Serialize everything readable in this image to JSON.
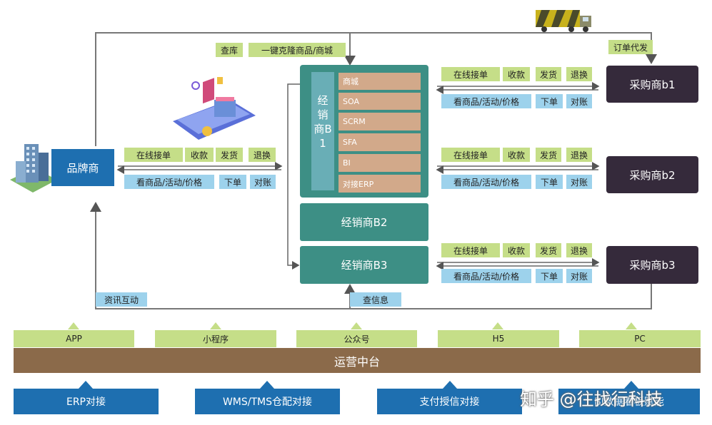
{
  "brand": {
    "label": "品牌商"
  },
  "top_labels": {
    "check_stock": "查库",
    "one_click_clone": "一键克隆商品/商城",
    "order_proxy": "订单代发"
  },
  "brand_actions": {
    "row1": [
      "在线接单",
      "收款",
      "发货",
      "退换"
    ],
    "row2": [
      "看商品/活动/价格",
      "下单",
      "对账"
    ]
  },
  "distributor_b1": {
    "title": "经销商B1",
    "modules": [
      "商城",
      "SOA",
      "SCRM",
      "SFA",
      "BI",
      "对接ERP"
    ]
  },
  "distributor_b2": {
    "title": "经销商B2"
  },
  "distributor_b3": {
    "title": "经销商B3"
  },
  "buyers": [
    {
      "label": "采购商b1",
      "row1": [
        "在线接单",
        "收款",
        "发货",
        "退换"
      ],
      "row2": [
        "看商品/活动/价格",
        "下单",
        "对账"
      ]
    },
    {
      "label": "采购商b2",
      "row1": [
        "在线接单",
        "收款",
        "发货",
        "退换"
      ],
      "row2": [
        "看商品/活动/价格",
        "下单",
        "对账"
      ]
    },
    {
      "label": "采购商b3",
      "row1": [
        "在线接单",
        "收款",
        "发货",
        "退换"
      ],
      "row2": [
        "看商品/活动/价格",
        "下单",
        "对账"
      ]
    }
  ],
  "bottom_labels": {
    "info_interact": "资讯互动",
    "check_info": "查信息"
  },
  "channels": [
    "APP",
    "小程序",
    "公众号",
    "H5",
    "PC"
  ],
  "platform": {
    "label": "运营中台"
  },
  "integrations": [
    "ERP对接",
    "WMS/TMS仓配对接",
    "支付授信对接",
    "BI数据看板赋能"
  ],
  "watermark": "知乎 @往找行科技"
}
